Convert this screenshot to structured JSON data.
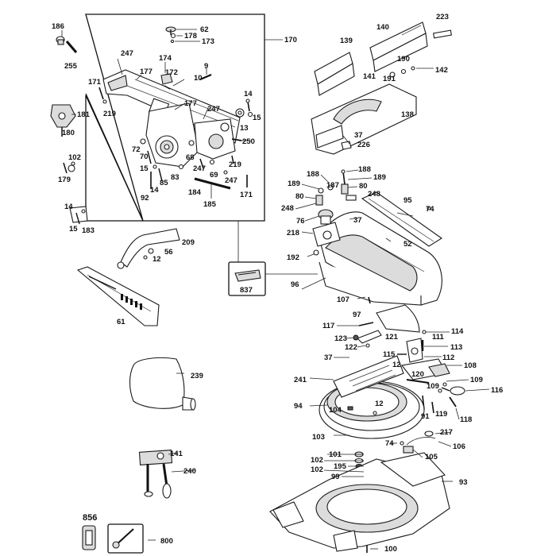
{
  "labels": {
    "p186": "186",
    "p255": "255",
    "p62": "62",
    "p178": "178",
    "p173": "173",
    "p170": "170",
    "p223": "223",
    "p140": "140",
    "p139": "139",
    "p247a": "247",
    "p174": "174",
    "p177a": "177",
    "p172": "172",
    "p9": "9",
    "p10": "10",
    "p171a": "171",
    "p219a": "219",
    "p181": "181",
    "p180": "180",
    "p177b": "177",
    "p247b": "247",
    "p14a": "14",
    "p15a": "15",
    "p13": "13",
    "p250": "250",
    "p72": "72",
    "p70": "70",
    "p68": "68",
    "p15b": "15",
    "p85": "85",
    "p83": "83",
    "p247c": "247",
    "p219b": "219",
    "p69": "69",
    "p247d": "247",
    "p14b": "14",
    "p92": "92",
    "p184": "184",
    "p171b": "171",
    "p185": "185",
    "p102a": "102",
    "p179": "179",
    "p14c": "14",
    "p15c": "15",
    "p183": "183",
    "p190": "190",
    "p141a": "141",
    "p191": "191",
    "p142": "142",
    "p138": "138",
    "p37a": "37",
    "p226": "226",
    "p188a": "188",
    "p188b": "188",
    "p189a": "189",
    "p187": "187",
    "p189b": "189",
    "p80a": "80",
    "p80b": "80",
    "p248a": "248",
    "p248b": "248",
    "p95": "95",
    "p74a": "74",
    "p76": "76",
    "p37b": "37",
    "p218": "218",
    "p52": "52",
    "p209": "209",
    "p56": "56",
    "p12a": "12",
    "p192": "192",
    "p837": "837",
    "p96": "96",
    "p107": "107",
    "p61": "61",
    "p97": "97",
    "p117": "117",
    "p114": "114",
    "p123": "123",
    "p121": "121",
    "p111": "111",
    "p122": "122",
    "p113": "113",
    "p115": "115",
    "p37c": "37",
    "p112": "112",
    "p12b": "12",
    "p108": "108",
    "p239": "239",
    "p241": "241",
    "p120": "120",
    "p109a": "109",
    "p109b": "109",
    "p116": "116",
    "p94": "94",
    "p104": "104",
    "p12c": "12",
    "p91": "91",
    "p119": "119",
    "p118": "118",
    "p217": "217",
    "p103": "103",
    "p74b": "74",
    "p106": "106",
    "p105": "105",
    "p141b": "141",
    "p101": "101",
    "p102b": "102",
    "p195": "195",
    "p102c": "102",
    "p99": "99",
    "p240": "240",
    "p93": "93",
    "p856": "856",
    "p800": "800",
    "p100": "100"
  }
}
